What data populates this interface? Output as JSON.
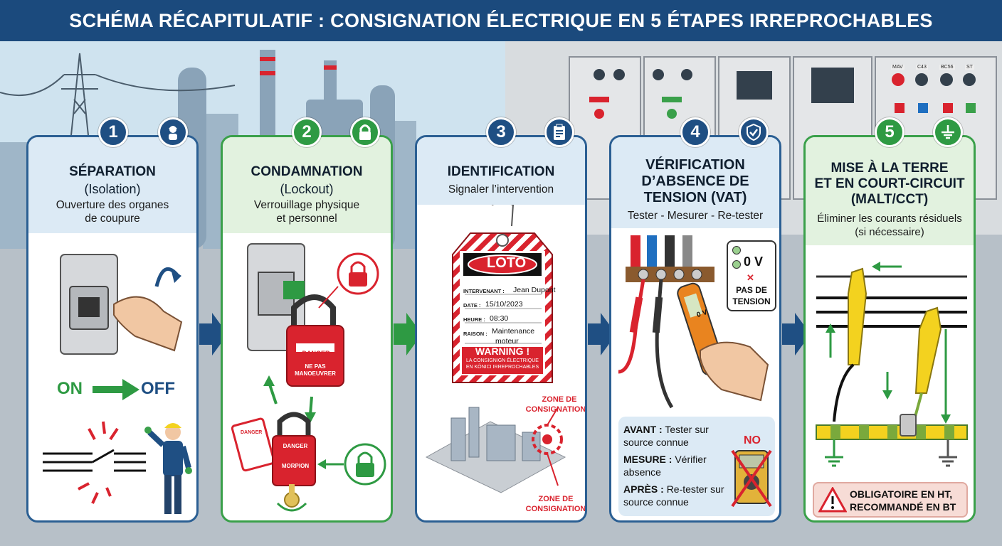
{
  "title": "SCHÉMA RÉCAPITULATIF : CONSIGNATION ÉLECTRIQUE EN 5 ÉTAPES IRREPROCHABLES",
  "steps": [
    {
      "number": "1",
      "title": "SÉPARATION",
      "title2": "(Isolation)",
      "subtitle": "Ouverture des organes",
      "subtitle2": "de coupure",
      "icon": "worker-icon",
      "on_label": "ON",
      "off_label": "OFF"
    },
    {
      "number": "2",
      "title": "CONDAMNATION",
      "title2": "(Lockout)",
      "subtitle": "Verrouillage physique",
      "subtitle2": "et personnel",
      "icon": "padlock-icon",
      "lock1_title": "DANGER",
      "lock1_text1": "NE PAS",
      "lock1_text2": "MANOEUVRER",
      "lock2_title": "DANGER",
      "lock2_text": "MORPION",
      "tag_text": "DANGER"
    },
    {
      "number": "3",
      "title": "IDENTIFICATION",
      "subtitle": "Signaler l’intervention",
      "icon": "clipboard-icon",
      "tag": {
        "logo": "LOTO",
        "rows": [
          {
            "label": "INTERVENANT :",
            "value": "Jean Dupont"
          },
          {
            "label": "DATE :",
            "value": "15/10/2023"
          },
          {
            "label": "HEURE :",
            "value": "08:30"
          },
          {
            "label": "RAISON :",
            "value": "Maintenance",
            "value2": "moteur"
          }
        ],
        "warning": "WARNING !",
        "warning1": "LA CONSIGNIGN ÉLECTRIQUE",
        "warning2": "EN KÖNICI IRREPROCHABLES"
      },
      "zone_label_1a": "ZONE DE",
      "zone_label_1b": "CONSIGNATION",
      "zone_label_2a": "ZONE DE",
      "zone_label_2b": "CONSIGNATION"
    },
    {
      "number": "4",
      "title": "VÉRIFICATION",
      "title2": "D’ABSENCE DE",
      "title3": "TENSION (VAT)",
      "subtitle": "Tester - Mesurer - Re-tester",
      "icon": "shield-check-icon",
      "meter_reading": "0 V",
      "meter_display": "0 V",
      "pas_de_1": "PAS DE",
      "pas_de_2": "TENSION",
      "no_label": "NO",
      "checklist": [
        {
          "bold": "AVANT :",
          "text": "Tester sur",
          "text2": "source connue"
        },
        {
          "bold": "MESURE :",
          "text": "Vérifier",
          "text2": "absence"
        },
        {
          "bold": "APRÈS :",
          "text": "Re-tester sur",
          "text2": "source connue"
        }
      ]
    },
    {
      "number": "5",
      "title": "MISE À LA TERRE",
      "title2": "ET EN COURT-CIRCUIT",
      "title3": "(MALT/CCT)",
      "subtitle": "Éliminer les courants résiduels",
      "subtitle2": "(si nécessaire)",
      "icon": "ground-icon",
      "warning1": "OBLIGATOIRE EN HT,",
      "warning2": "RECOMMANDÉ EN BT"
    }
  ],
  "panel_labels": [
    "MAV",
    "C43",
    "BC56",
    "ST"
  ],
  "colors": {
    "blue": "#1f4f83",
    "green": "#2e9a43",
    "red": "#d9232e",
    "yellow": "#f3d21f"
  }
}
